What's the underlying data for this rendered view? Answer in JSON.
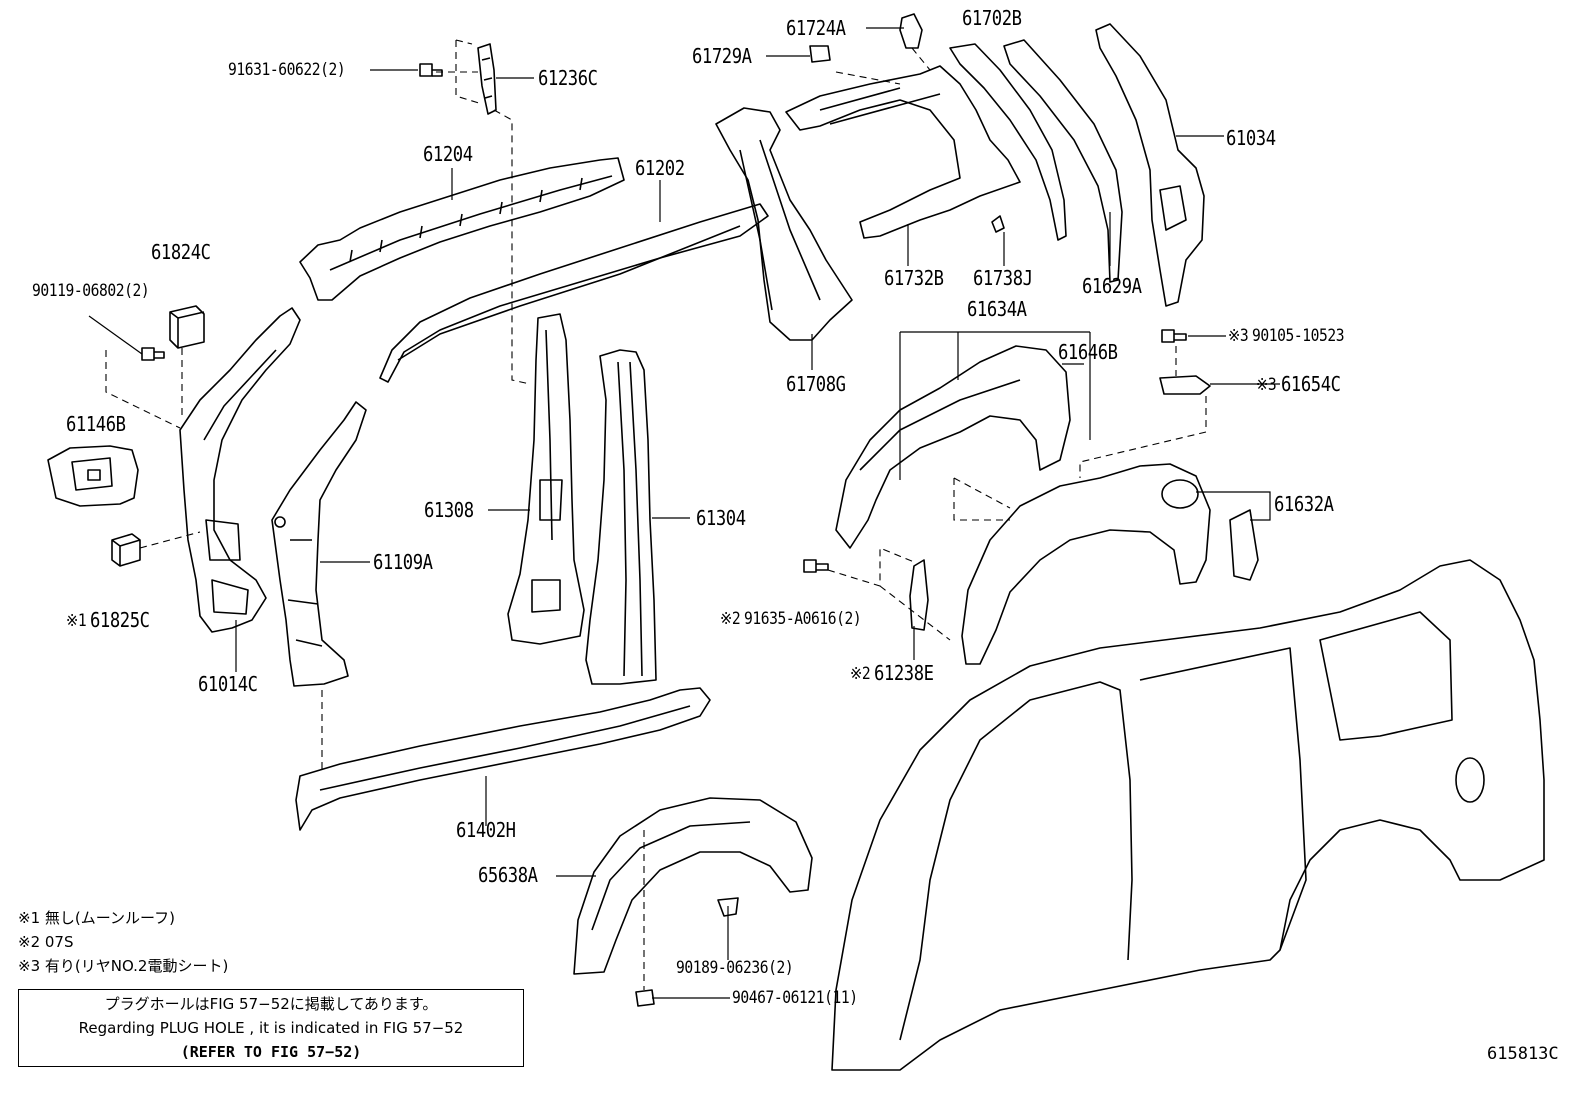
{
  "labels": {
    "p61724A": "61724A",
    "p61702B": "61702B",
    "p61729A": "61729A",
    "p91631": "91631-60622(2)",
    "p61236C": "61236C",
    "p61034": "61034",
    "p61204": "61204",
    "p61202": "61202",
    "p61824C": "61824C",
    "p90119": "90119-06802(2)",
    "p61732B": "61732B",
    "p61738J": "61738J",
    "p61629A": "61629A",
    "p61634A": "61634A",
    "p90105_mark": "※3",
    "p90105": "90105-10523",
    "p61646B": "61646B",
    "p61708G": "61708G",
    "p61654C_mark": "※3",
    "p61654C": "61654C",
    "p61146B": "61146B",
    "p61632A": "61632A",
    "p61308": "61308",
    "p61304": "61304",
    "p61109A": "61109A",
    "p91635_mark": "※2",
    "p91635": "91635-A0616(2)",
    "p61825C_mark": "※1",
    "p61825C": "61825C",
    "p61238E_mark": "※2",
    "p61238E": "61238E",
    "p61014C": "61014C",
    "p61402H": "61402H",
    "p65638A": "65638A",
    "p90189": "90189-06236(2)",
    "p90467": "90467-06121(11)"
  },
  "notes": {
    "n1": "※1 無し(ムーンルーフ)",
    "n2": "※2 07S",
    "n3": "※3 有り(リヤNO.2電動シート)"
  },
  "refbox": {
    "line1": "プラグホールはFIG 57−52に掲載してあります。",
    "line2": "Regarding PLUG HOLE , it is indicated in FIG 57−52",
    "line3": "(REFER TO FIG 57−52)"
  },
  "figure_id": "615813C"
}
